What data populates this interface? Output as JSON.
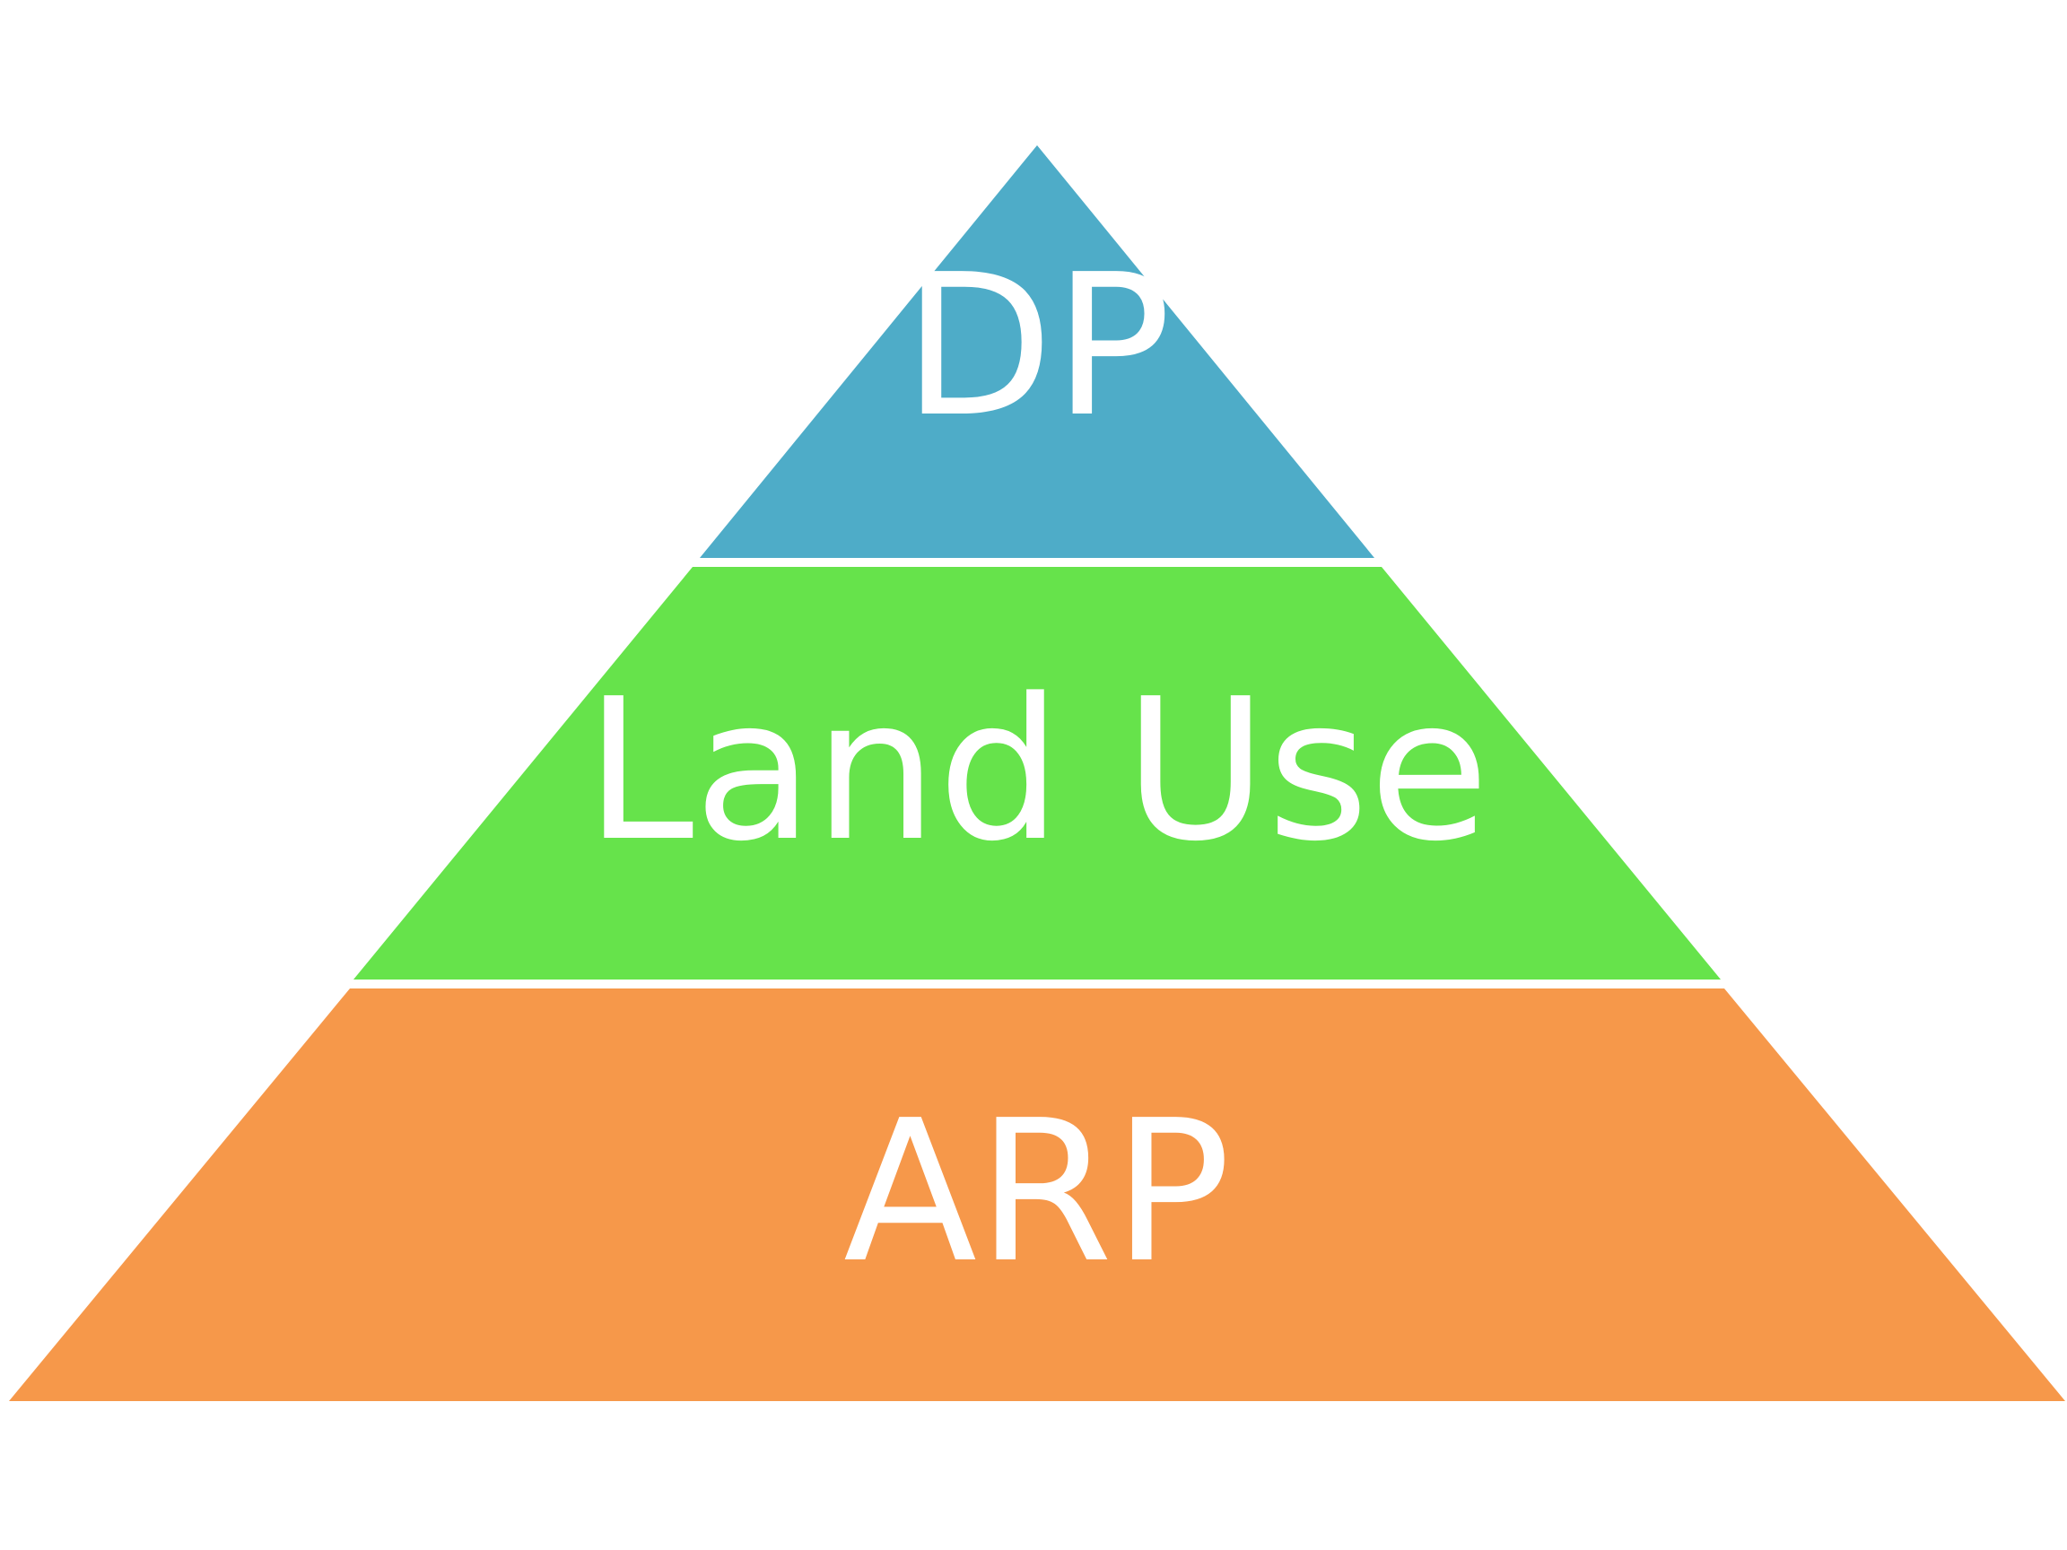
{
  "diagram": {
    "type": "pyramid",
    "tiers": [
      {
        "label": "DP",
        "color": "#4EACC8"
      },
      {
        "label": "Land Use",
        "color": "#66E34B"
      },
      {
        "label": "ARP",
        "color": "#F6984A"
      }
    ],
    "background": "#ffffff",
    "separator_color": "#ffffff"
  }
}
